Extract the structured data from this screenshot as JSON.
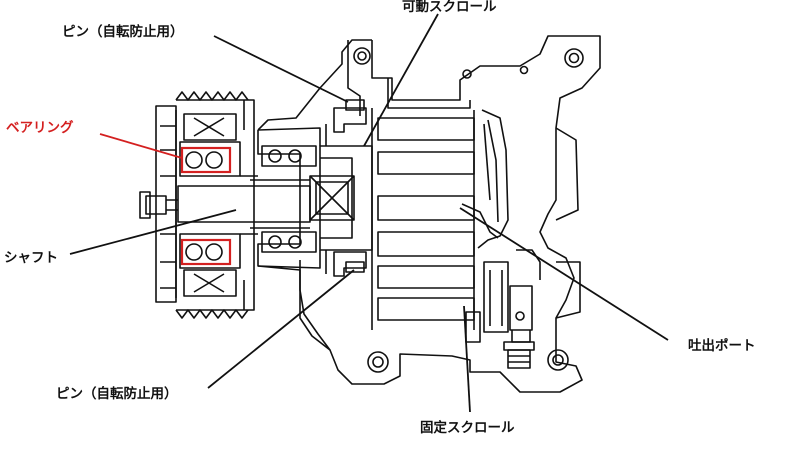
{
  "labels": {
    "movable_scroll": "可動スクロール",
    "pin_top": "ピン（自転防止用）",
    "bearing": "ベアリング",
    "shaft": "シャフト",
    "discharge_port": "吐出ポート",
    "pin_bottom": "ピン（自転防止用）",
    "fixed_scroll": "固定スクロール"
  },
  "colors": {
    "line": "#111111",
    "highlight": "#d42020"
  }
}
